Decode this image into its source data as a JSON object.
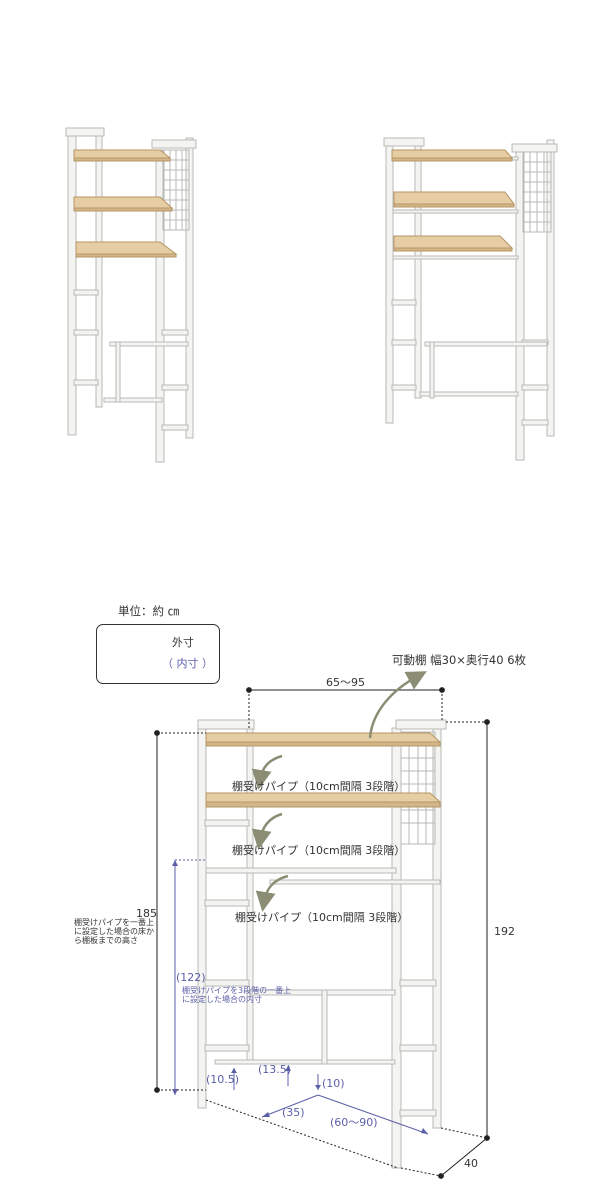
{
  "units": "単位：約 ㎝",
  "legend": {
    "outer": "外寸",
    "inner": "（ 内寸 ）"
  },
  "labels": {
    "shelf_spec": "可動棚 幅30×奥行40 6枚",
    "width_range": "65〜95",
    "pipe_1": "棚受けパイプ（10cm間隔 3段階）",
    "pipe_2": "棚受けパイプ（10cm間隔 3段階）",
    "pipe_3": "棚受けパイプ（10cm間隔 3段階）",
    "height_185": "185",
    "height_185_note": "棚受けパイプを一番上に設定した場合の床から棚板までの高さ",
    "height_192": "192",
    "inner_122": "(122)",
    "inner_122_note": "棚受けパイプを3段階の一番上に設定した場合の内寸",
    "dim_10_5": "(10.5)",
    "dim_13_5": "(13.5)",
    "dim_10": "(10)",
    "dim_35": "(35)",
    "dim_60_90": "(60〜90)",
    "depth_40": "40"
  },
  "colors": {
    "frame": "#f4f4f2",
    "frame_edge": "#b9b9b4",
    "wood": "#e6cda4",
    "wood_edge": "#b59666",
    "arrow": "#8b8d74",
    "inner_dim": "#5b5fa8"
  }
}
